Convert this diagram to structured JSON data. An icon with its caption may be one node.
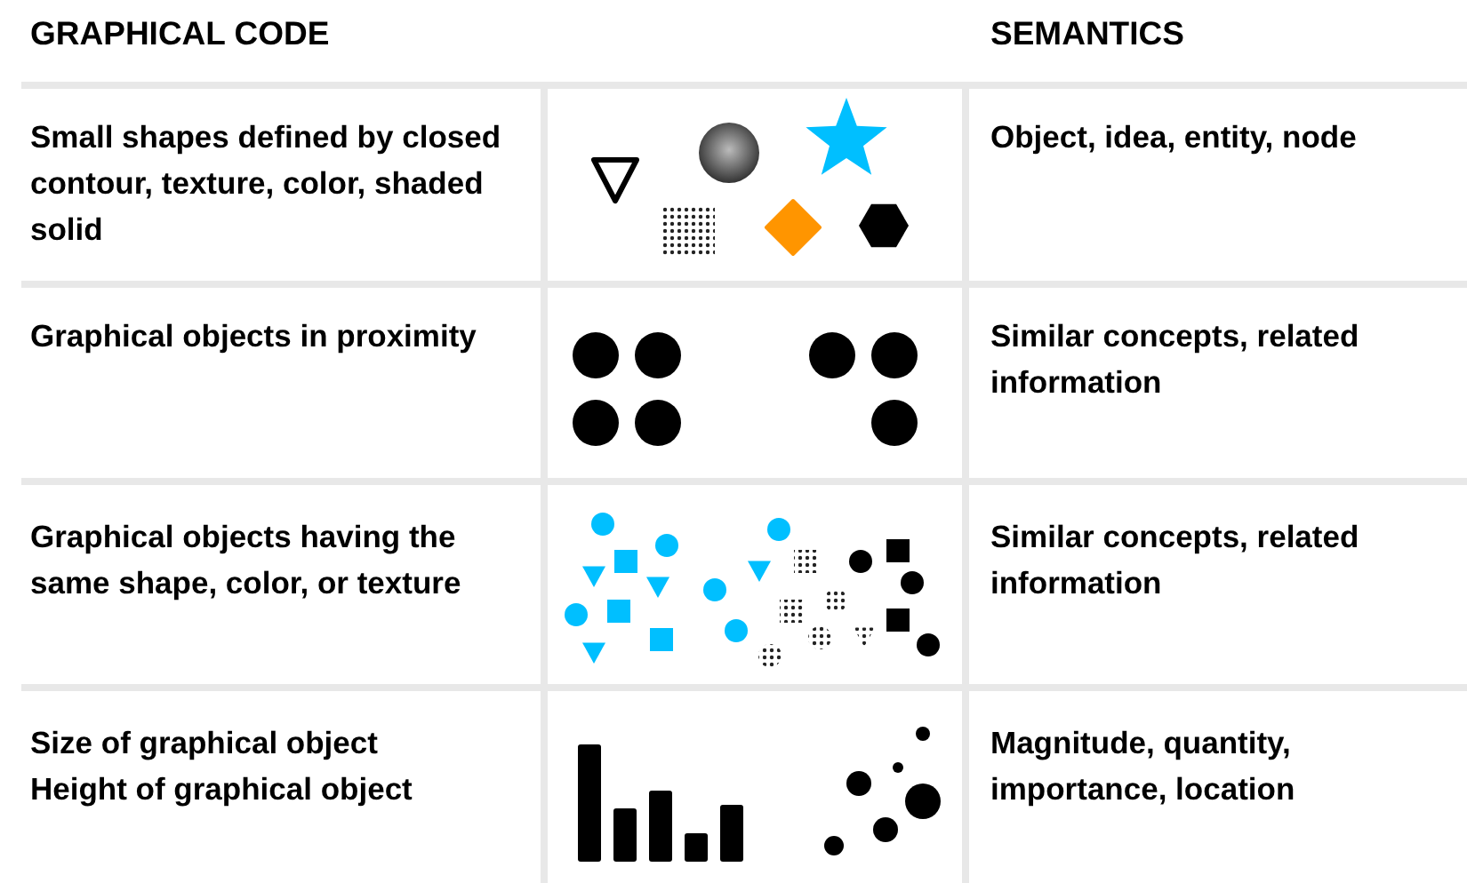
{
  "diagram": {
    "labels": [
      "GRAPHICAL CODE",
      "SEMANTICS",
      "Small shapes defined by closed contour, texture, color, shaded solid",
      "Object, idea, entity, node",
      "Graphical objects in proximity",
      "Similar concepts, related information",
      "Graphical objects having the same shape, color, or texture",
      "Similar concepts, related information",
      "Size of graphical object",
      "Height of graphical object",
      "Magnitude, quantity, importance, location"
    ]
  }
}
